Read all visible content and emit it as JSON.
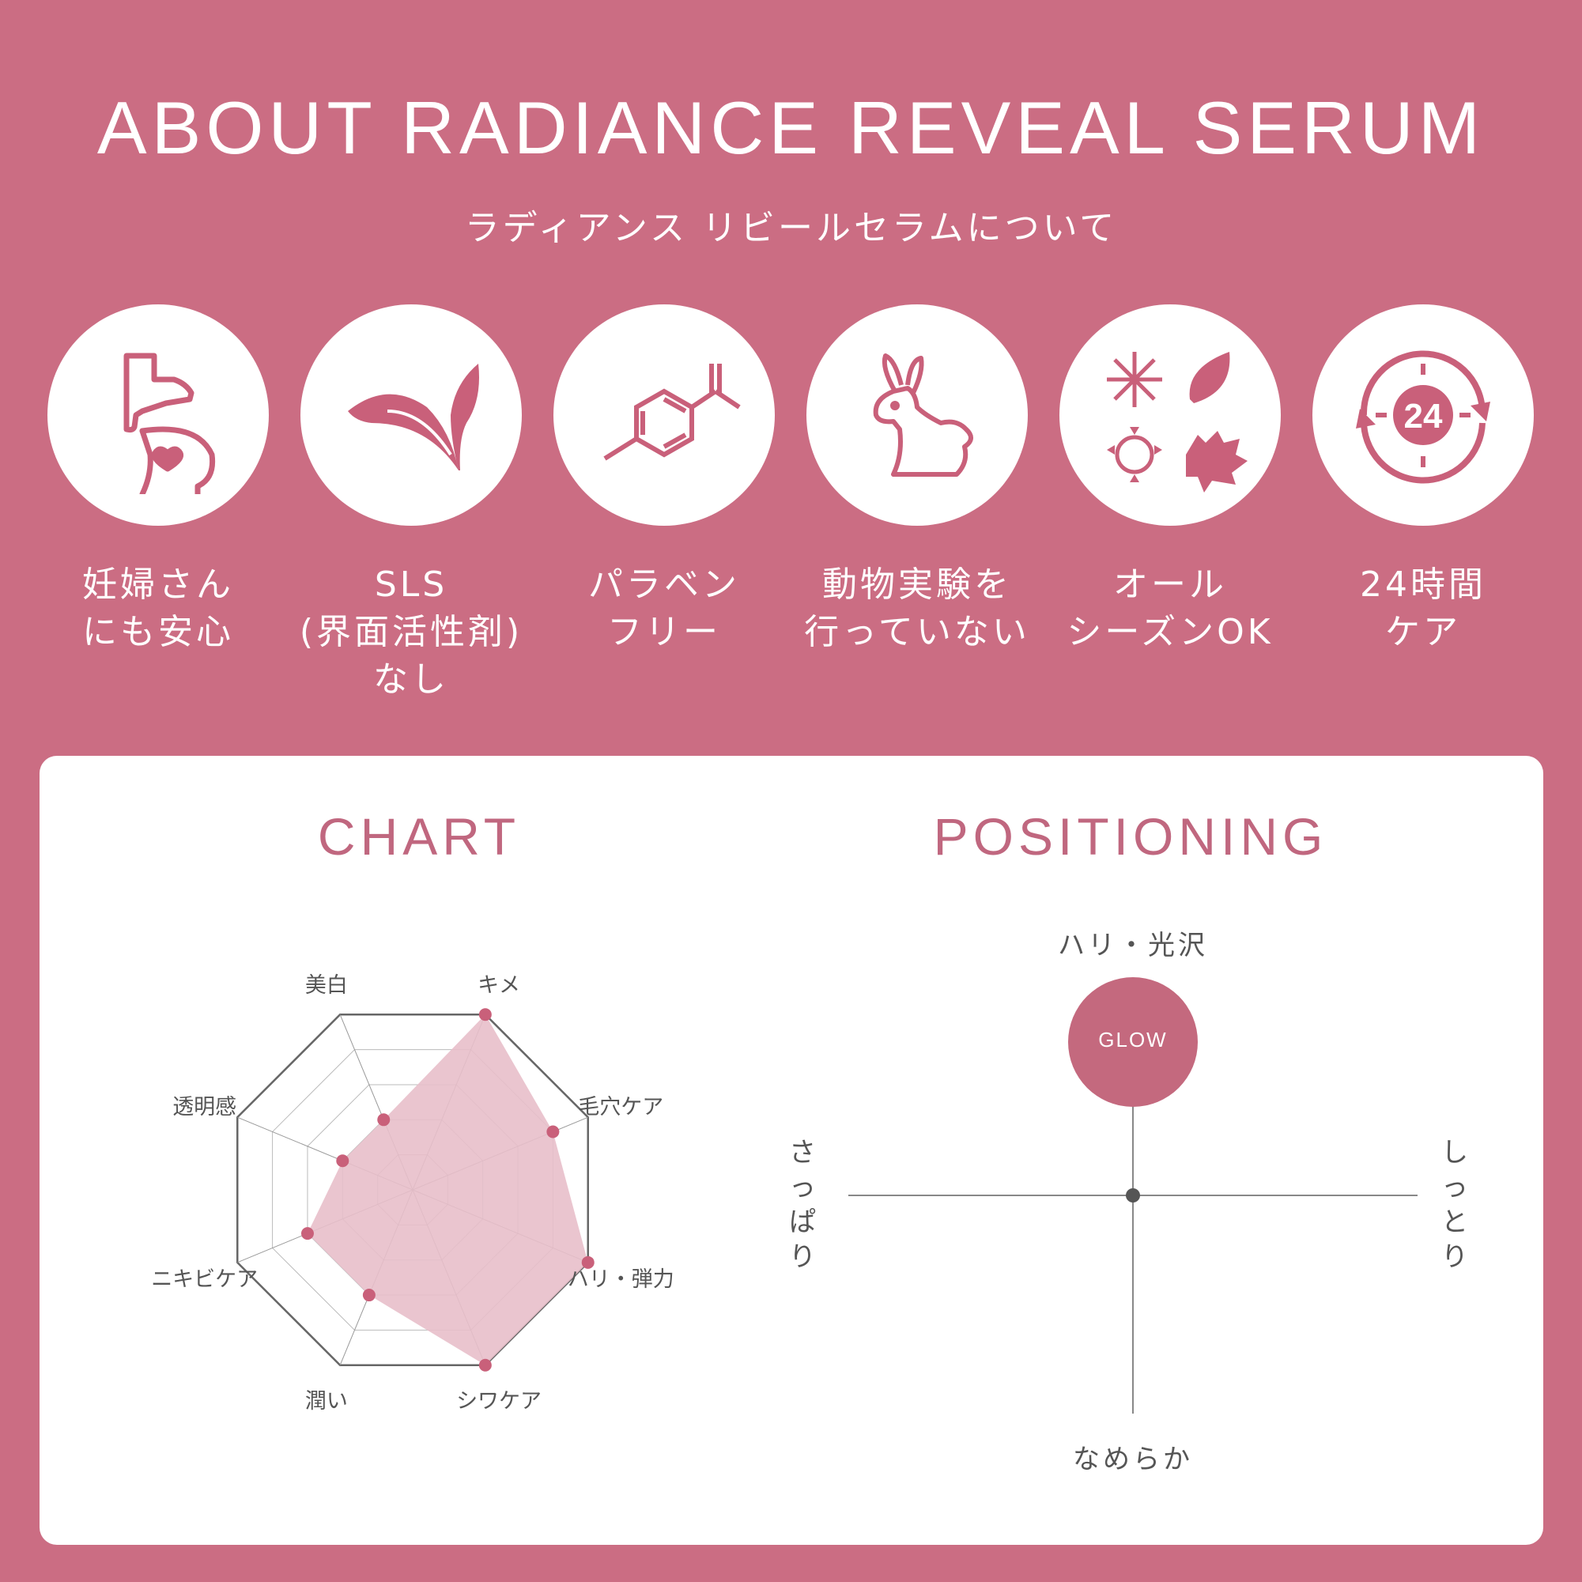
{
  "header": {
    "title": "ABOUT RADIANCE REVEAL SERUM",
    "subtitle": "ラディアンス リビールセラムについて"
  },
  "features": [
    {
      "icon": "pregnant-icon",
      "lines": [
        "妊婦さん",
        "にも安心"
      ]
    },
    {
      "icon": "leaf-icon",
      "lines": [
        "SLS",
        "(界面活性剤)",
        "なし"
      ]
    },
    {
      "icon": "molecule-icon",
      "lines": [
        "パラベン",
        "フリー"
      ]
    },
    {
      "icon": "rabbit-icon",
      "lines": [
        "動物実験を",
        "行っていない"
      ]
    },
    {
      "icon": "seasons-icon",
      "lines": [
        "オール",
        "シーズンOK"
      ]
    },
    {
      "icon": "clock-24-icon",
      "lines": [
        "24時間",
        "ケア"
      ],
      "badge": "24"
    }
  ],
  "chart_section": {
    "title": "CHART"
  },
  "positioning_section": {
    "title": "POSITIONING",
    "top": "ハリ・光沢",
    "bottom": "なめらか",
    "left": "さっぱり",
    "right": "しっとり",
    "product": "GLOW"
  },
  "chart_data": {
    "type": "radar",
    "title": "CHART",
    "axes": [
      "美白",
      "キメ",
      "毛穴ケア",
      "ハリ・弾力",
      "シワケア",
      "潤い",
      "ニキビケア",
      "透明感"
    ],
    "values": [
      2,
      5,
      4,
      5,
      5,
      3,
      3,
      2
    ],
    "max": 5,
    "levels": 5,
    "series_color": "#c9607a",
    "fill_color": "#e8bfca"
  },
  "colors": {
    "background": "#cb6d83",
    "accent": "#c0677f",
    "glow": "#c4697e"
  }
}
